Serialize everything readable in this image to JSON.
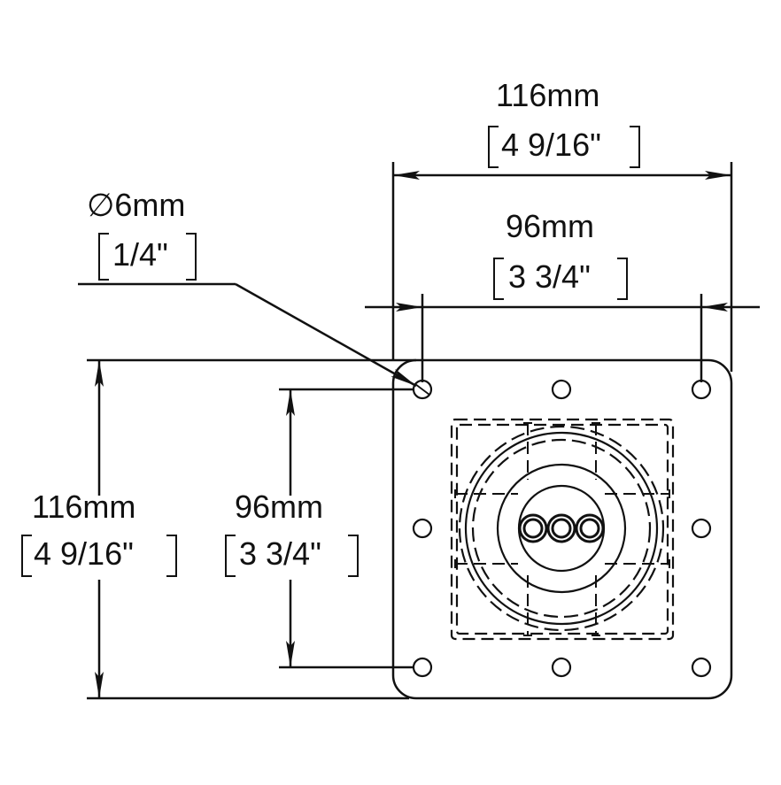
{
  "drawing": {
    "title": "Mounting plate dimension drawing",
    "line_color": "#111111",
    "background": "#ffffff"
  },
  "dimensions": {
    "top_overall": {
      "mm": "116mm",
      "inch": "4 9/16\""
    },
    "top_hole_spacing": {
      "mm": "96mm",
      "inch": "3 3/4\""
    },
    "left_overall": {
      "mm": "116mm",
      "inch": "4 9/16\""
    },
    "left_hole_spacing": {
      "mm": "96mm",
      "inch": "3 3/4\""
    },
    "hole_diameter": {
      "symbol": "∅",
      "mm": "6mm",
      "inch": "1/4\""
    }
  },
  "plate": {
    "holes": 8,
    "hole_pattern": "3x3 grid without center",
    "center_feature": "base with three connector rings"
  }
}
